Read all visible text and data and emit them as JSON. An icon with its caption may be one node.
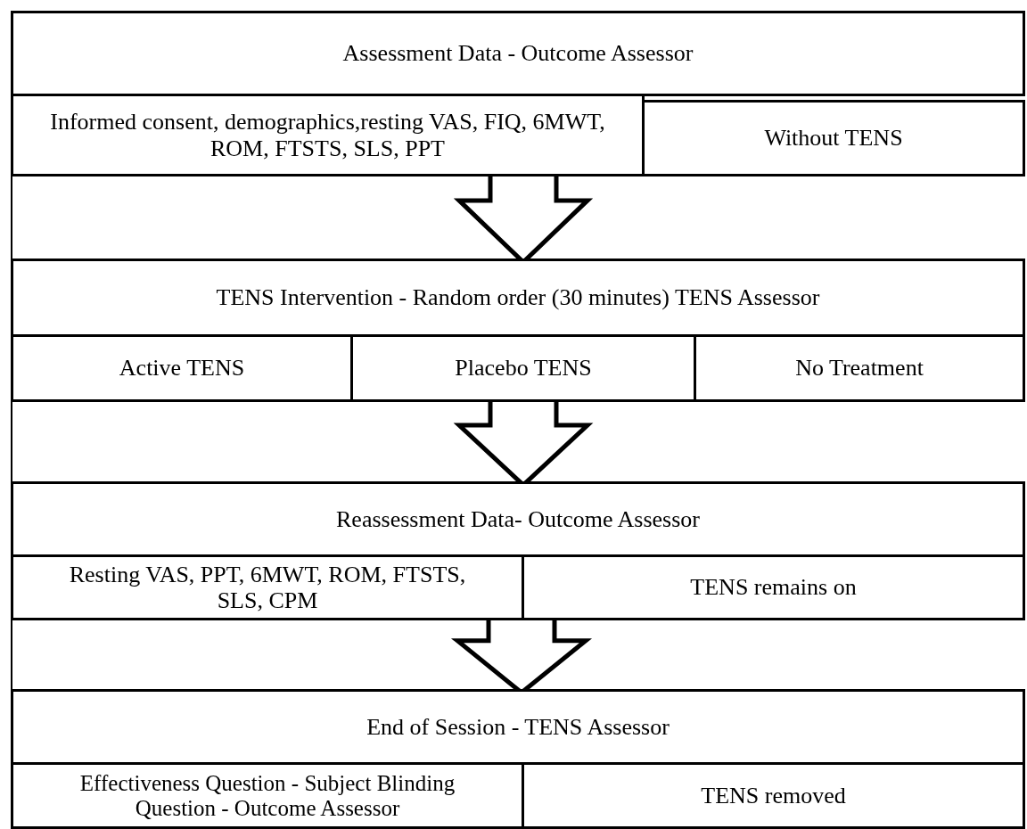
{
  "diagram": {
    "nodes": [
      {
        "text": [
          "Assessment Data - Outcome Assessor"
        ]
      },
      {
        "text": [
          "Informed consent, demographics,resting VAS, FIQ, 6MWT, ROM, FTSTS, SLS, PPT"
        ]
      },
      {
        "text": [
          "Without TENS"
        ]
      },
      {
        "text": [
          "TENS Intervention - Random order (30 minutes) TENS Assessor"
        ]
      },
      {
        "text": [
          "Active TENS"
        ]
      },
      {
        "text": [
          "Placebo TENS"
        ]
      },
      {
        "text": [
          "No Treatment"
        ]
      },
      {
        "text": [
          "Reassessment Data- Outcome Assessor"
        ]
      },
      {
        "text": [
          "Resting VAS, PPT, 6MWT, ROM, FTSTS, SLS, CPM"
        ]
      },
      {
        "text": [
          "TENS remains on"
        ]
      },
      {
        "text": [
          "End of Session - TENS Assessor"
        ]
      },
      {
        "text": [
          "Effectiveness Question - Subject Blinding Question - Outcome Assessor"
        ]
      },
      {
        "text": [
          "TENS removed"
        ]
      }
    ],
    "edges": [
      {
        "from": 1,
        "to": 3,
        "arrow": "to"
      },
      {
        "from": 5,
        "to": 7,
        "arrow": "to"
      },
      {
        "from": 8,
        "to": 10,
        "arrow": "to"
      }
    ]
  }
}
